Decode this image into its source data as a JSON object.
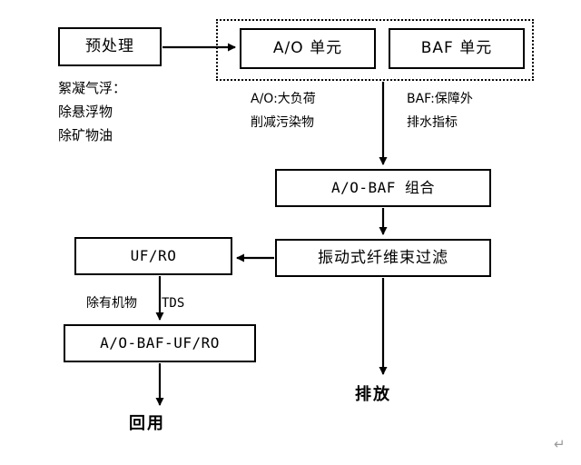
{
  "diagram": {
    "title_hidden": "",
    "colors": {
      "stroke": "#000000",
      "background": "#ffffff",
      "pilcrow": "#9a9a9a"
    },
    "nodes": {
      "pretreatment": "预处理",
      "ao_unit": "A/O 单元",
      "baf_unit": "BAF 单元",
      "ao_baf_combo": "A/O-BAF 组合",
      "vibrating_filter": "振动式纤维束过滤",
      "uf_ro": "UF/RO",
      "ao_baf_uf_ro": "A/O-BAF-UF/RO"
    },
    "notes": {
      "pretreatment_line1": "絮凝气浮：",
      "pretreatment_line2": "除悬浮物",
      "pretreatment_line3": "除矿物油",
      "ao_line1": "A/O:大负荷",
      "ao_line2": "削减污染物",
      "baf_line1": "BAF:保障外",
      "baf_line2": "排水指标",
      "ufro_note_left": "除有机物",
      "ufro_note_right": "TDS"
    },
    "terminals": {
      "discharge": "排放",
      "reuse": "回用"
    },
    "marks": {
      "paragraph_return": "↵"
    }
  }
}
